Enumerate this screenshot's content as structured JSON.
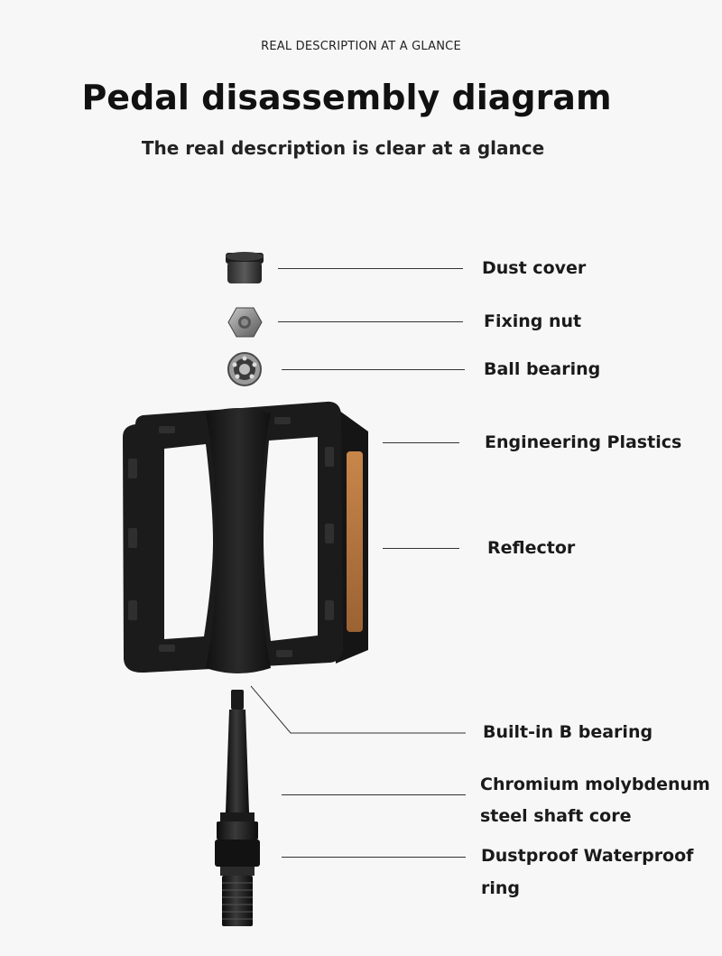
{
  "header": {
    "kicker": "REAL DESCRIPTION AT A GLANCE",
    "title": "Pedal disassembly diagram",
    "subtitle": "The real description is clear at a glance"
  },
  "parts": [
    {
      "id": "dust-cover",
      "label": "Dust cover"
    },
    {
      "id": "fixing-nut",
      "label": "Fixing nut"
    },
    {
      "id": "ball-bearing",
      "label": "Ball bearing"
    },
    {
      "id": "engineering-plastics",
      "label": "Engineering Plastics"
    },
    {
      "id": "reflector",
      "label": "Reflector"
    },
    {
      "id": "built-in-b-bearing",
      "label": "Built-in B bearing"
    },
    {
      "id": "shaft-core",
      "label_line1": "Chromium molybdenum",
      "label_line2": "steel shaft core"
    },
    {
      "id": "dustproof-ring",
      "label_line1": "Dustproof Waterproof",
      "label_line2": "ring"
    }
  ],
  "colors": {
    "background": "#f7f7f7",
    "pedal_body": "#1b1b1b",
    "reflector": "#b5763e"
  }
}
